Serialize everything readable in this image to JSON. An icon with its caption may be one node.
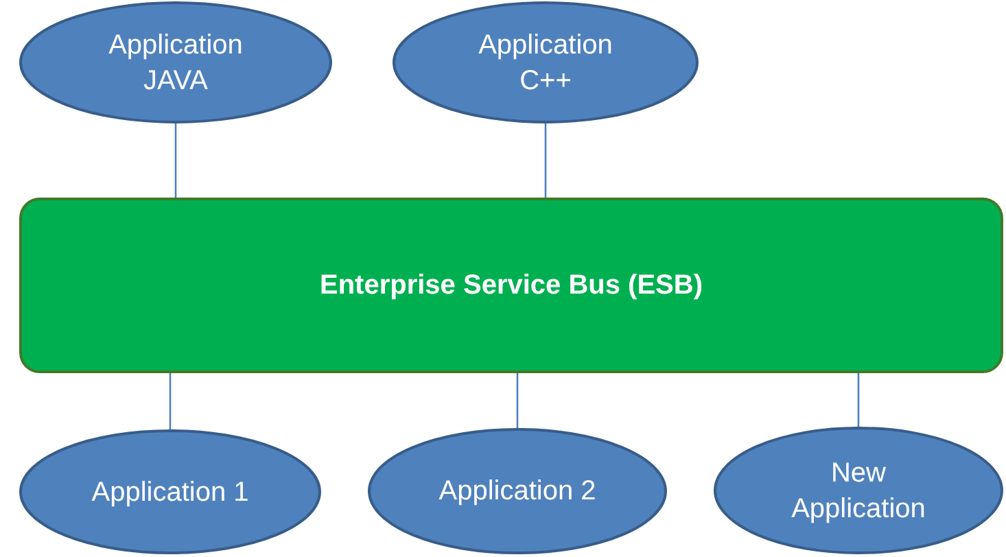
{
  "diagram": {
    "nodes": [
      {
        "text": [
          "Application JAVA"
        ]
      },
      {
        "text": [
          "Application C++"
        ]
      },
      {
        "text": [
          "Enterprise Service Bus (ESB)"
        ]
      },
      {
        "text": [
          "Application 1"
        ]
      },
      {
        "text": [
          "Application 2"
        ]
      },
      {
        "text": [
          "New Application"
        ]
      }
    ],
    "edges": [
      {
        "from": 0,
        "to": 2,
        "arrow": "none"
      },
      {
        "from": 1,
        "to": 2,
        "arrow": "none"
      },
      {
        "from": 3,
        "to": 2,
        "arrow": "none"
      },
      {
        "from": 4,
        "to": 2,
        "arrow": "none"
      },
      {
        "from": 5,
        "to": 2,
        "arrow": "none"
      }
    ]
  }
}
